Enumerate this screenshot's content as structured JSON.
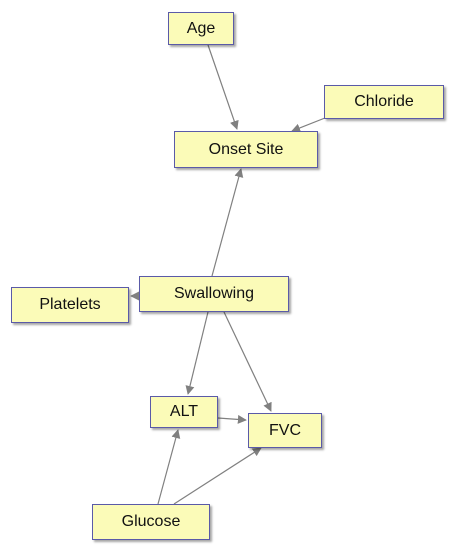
{
  "diagram": {
    "nodes": {
      "age": "Age",
      "chloride": "Chloride",
      "onset_site": "Onset Site",
      "swallowing": "Swallowing",
      "platelets": "Platelets",
      "alt": "ALT",
      "fvc": "FVC",
      "glucose": "Glucose"
    },
    "edges": [
      {
        "from": "age",
        "to": "onset_site"
      },
      {
        "from": "chloride",
        "to": "onset_site"
      },
      {
        "from": "swallowing",
        "to": "onset_site"
      },
      {
        "from": "swallowing",
        "to": "platelets"
      },
      {
        "from": "swallowing",
        "to": "alt"
      },
      {
        "from": "swallowing",
        "to": "fvc"
      },
      {
        "from": "alt",
        "to": "fvc"
      },
      {
        "from": "glucose",
        "to": "alt"
      },
      {
        "from": "glucose",
        "to": "fvc"
      }
    ],
    "colors": {
      "node_fill": "#fbfbb8",
      "node_border": "#5a5aa8",
      "edge": "#808080"
    }
  }
}
